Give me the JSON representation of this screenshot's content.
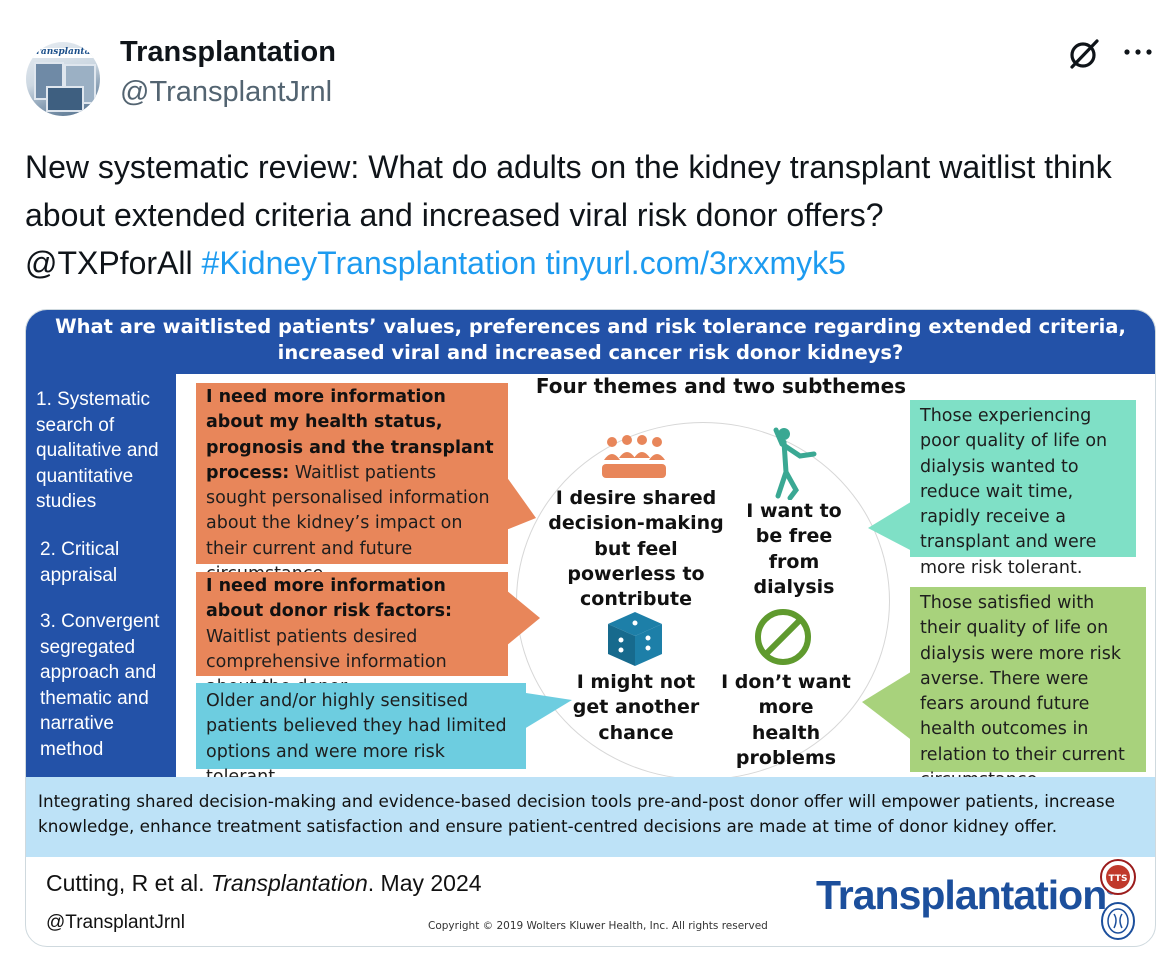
{
  "header": {
    "name": "Transplantation",
    "handle": "@TransplantJrnl",
    "avatar_logo": "transplantation"
  },
  "icons": {
    "grok": "grok-icon",
    "more": "more-icon"
  },
  "tweet": {
    "text": "New systematic review: What do adults on the kidney transplant waitlist think about extended criteria and increased viral risk donor offers?",
    "mention": "@TXPforAll",
    "hashtag": "#KidneyTransplantation",
    "link": "tinyurl.com/3rxxmyk5"
  },
  "colors": {
    "link": "#1d9bf0",
    "navy": "#2352a8",
    "orange": "#e8865a",
    "teal": "#6dcde0",
    "mint": "#7fe0c6",
    "green": "#a8d27c",
    "light_blue": "#bde2f7"
  },
  "infographic": {
    "question_line1": "What are waitlisted patients’ values, preferences and risk tolerance regarding extended criteria,",
    "question_line2": "increased viral and increased cancer risk donor kidneys?",
    "steps": [
      "1. Systematic search of qualitative and quantitative studies",
      "2. Critical appraisal",
      "3. Convergent segregated approach and thematic and narrative method"
    ],
    "themes_title": "Four themes and two subthemes",
    "left_boxes": [
      {
        "bold": "I need more information about my health status, prognosis and the transplant process:",
        "text": " Waitlist patients sought personalised information about the kidney’s impact on their current and future circumstance."
      },
      {
        "bold": "I need more information about donor risk factors:",
        "text": " Waitlist patients desired comprehensive information about the donor."
      },
      {
        "bold": "",
        "text": "Older and/or highly sensitised patients believed they had limited options and were more risk tolerant."
      }
    ],
    "themes": [
      {
        "label": "I desire shared decision-making but feel powerless to contribute",
        "icon": "group-meeting-icon"
      },
      {
        "label": "I want to be free from dialysis",
        "icon": "free-person-icon"
      },
      {
        "label": "I might not get another chance",
        "icon": "dice-icon"
      },
      {
        "label": "I don’t want more health problems",
        "icon": "prohibited-icon"
      }
    ],
    "right_boxes": [
      "Those experiencing poor quality of life on dialysis wanted to reduce wait time, rapidly receive a transplant and were more risk tolerant.",
      "Those satisfied with their quality of life on dialysis were more risk averse. There were fears around future health outcomes in relation to their current circumstance."
    ],
    "conclusion": "Integrating shared decision-making and evidence-based decision tools pre-and-post donor offer will empower patients, increase knowledge, enhance treatment satisfaction and ensure patient-centred decisions are made at time of donor kidney offer.",
    "citation_prefix": "Cutting, R et al. ",
    "citation_journal": "Transplantation",
    "citation_suffix": ". May 2024",
    "twitter": "@TransplantJrnl",
    "copyright": "Copyright © 2019  Wolters Kluwer Health, Inc. All rights reserved",
    "brand": "Transplantation",
    "brand_mark": "®",
    "seal_top": "TTS",
    "seal_bottom": "seal"
  }
}
